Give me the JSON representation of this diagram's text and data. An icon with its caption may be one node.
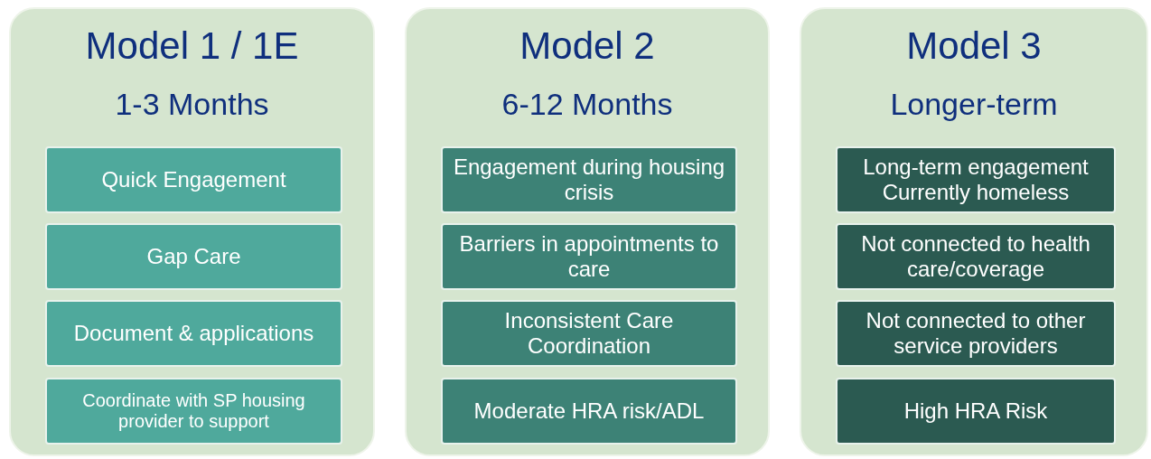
{
  "diagram": {
    "nodes": [
      {
        "text": [
          "Model 1 / 1E",
          "1-3 Months"
        ]
      },
      {
        "text": [
          "Quick Engagement"
        ],
        "in": 0
      },
      {
        "text": [
          "Gap Care"
        ],
        "in": 0
      },
      {
        "text": [
          "Document & applications"
        ],
        "in": 0
      },
      {
        "text": [
          "Coordinate with SP housing provider to support"
        ],
        "in": 0
      },
      {
        "text": [
          "Model 2",
          "6-12 Months"
        ]
      },
      {
        "text": [
          "Engagement during housing crisis"
        ],
        "in": 5
      },
      {
        "text": [
          "Barriers in appointments to care"
        ],
        "in": 5
      },
      {
        "text": [
          "Inconsistent Care Coordination"
        ],
        "in": 5
      },
      {
        "text": [
          "Moderate HRA risk/ADL"
        ],
        "in": 5
      },
      {
        "text": [
          "Model 3",
          "Longer-term"
        ]
      },
      {
        "text": [
          "Long-term engagement Currently homeless"
        ],
        "in": 10
      },
      {
        "text": [
          "Not connected to health care/coverage"
        ],
        "in": 10
      },
      {
        "text": [
          "Not connected to other service providers"
        ],
        "in": 10
      },
      {
        "text": [
          "High HRA Risk"
        ],
        "in": 10
      }
    ]
  }
}
